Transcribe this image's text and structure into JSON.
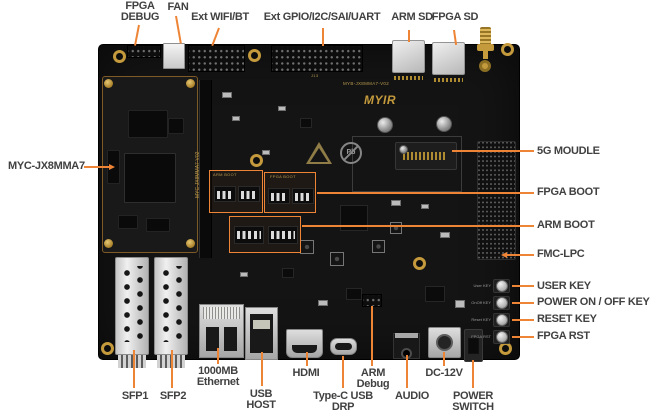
{
  "colors": {
    "accent": "#EE8435",
    "label_text": "#414141",
    "pcb": "#141414",
    "gold": "#C49A3C"
  },
  "callouts": {
    "top": [
      {
        "id": "fpga-debug",
        "text": "FPGA DEBUG"
      },
      {
        "id": "fan",
        "text": "FAN"
      },
      {
        "id": "ext-wifi-bt",
        "text": "Ext WIFI/BT"
      },
      {
        "id": "ext-gpio",
        "text": "Ext GPIO/I2C/SAI/UART"
      },
      {
        "id": "arm-sd",
        "text": "ARM SD"
      },
      {
        "id": "fpga-sd",
        "text": "FPGA SD"
      }
    ],
    "left": [
      {
        "id": "som",
        "text": "MYC-JX8MMA7"
      }
    ],
    "right": [
      {
        "id": "5g-module",
        "text": "5G MOUDLE"
      },
      {
        "id": "fpga-boot",
        "text": "FPGA BOOT"
      },
      {
        "id": "arm-boot",
        "text": "ARM BOOT"
      },
      {
        "id": "fmc-lpc",
        "text": "FMC-LPC"
      },
      {
        "id": "user-key",
        "text": "USER KEY"
      },
      {
        "id": "power-on-off-key",
        "text": "POWER ON / OFF KEY"
      },
      {
        "id": "reset-key",
        "text": "RESET KEY"
      },
      {
        "id": "fpga-rst",
        "text": "FPGA RST"
      }
    ],
    "bottom": [
      {
        "id": "sfp1",
        "text": "SFP1"
      },
      {
        "id": "sfp2",
        "text": "SFP2"
      },
      {
        "id": "ethernet",
        "text": "1000MB Ethernet"
      },
      {
        "id": "usb-host",
        "text": "USB HOST"
      },
      {
        "id": "hdmi",
        "text": "HDMI"
      },
      {
        "id": "type-c",
        "text": "Type-C USB DRP"
      },
      {
        "id": "arm-debug",
        "text": "ARM Debug"
      },
      {
        "id": "audio",
        "text": "AUDIO"
      },
      {
        "id": "dc-12v",
        "text": "DC-12V"
      },
      {
        "id": "power-switch",
        "text": "POWER SWITCH"
      }
    ]
  },
  "silkscreen": {
    "board_model": "MYB-JX8MMA7-V02",
    "logo": "MYIR",
    "som_model": "MYC-JX8MMA7-V02",
    "fpga_boot_box": "FPGA BOOT",
    "arm_boot_box": "ARM BOOT",
    "j13": "J13",
    "pb_free": "Pb",
    "keys": [
      "User KEY",
      "OnOff KEY",
      "Reset KEY",
      "FPGA RST"
    ]
  }
}
